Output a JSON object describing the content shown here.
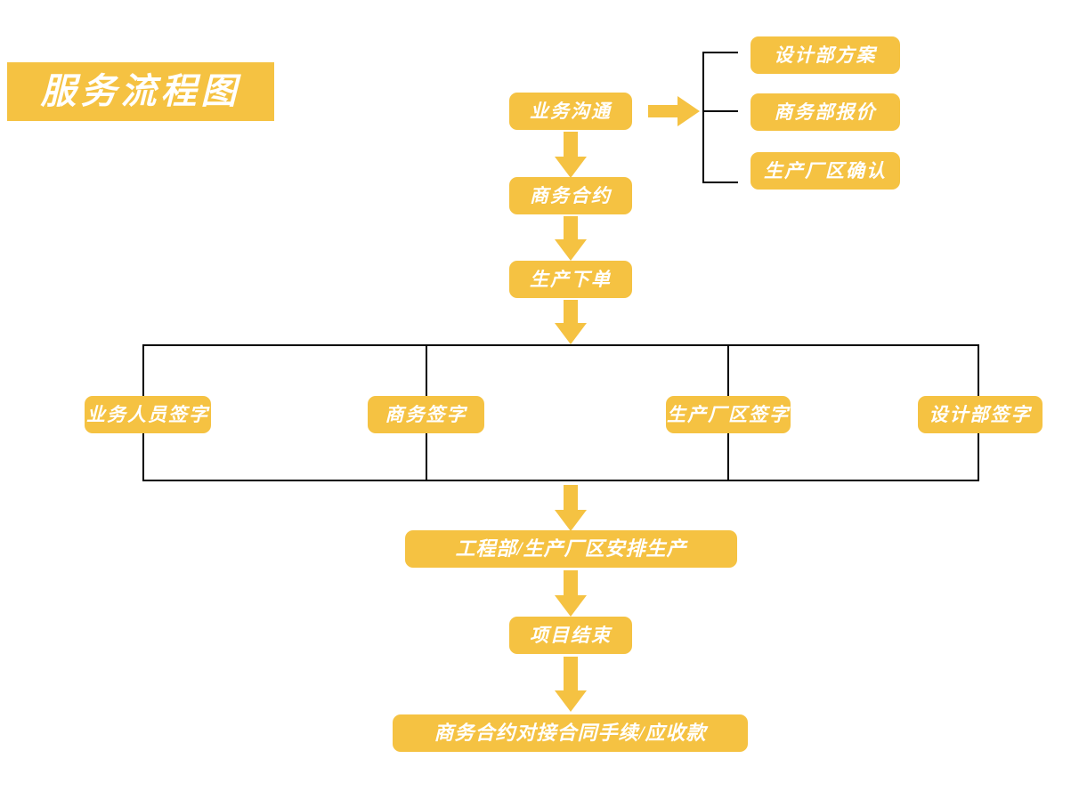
{
  "page": {
    "title": "服务流程图",
    "accent_color": "#F5C242",
    "text_color": "#FFFFFF",
    "line_color": "#000000",
    "background": "#FFFFFF"
  },
  "nodes": {
    "business_communication": "业务沟通",
    "design_plan": "设计部方案",
    "business_quote": "商务部报价",
    "factory_confirm": "生产厂区确认",
    "business_contract": "商务合约",
    "production_order": "生产下单",
    "sign_sales": "业务人员签字",
    "sign_business": "商务签字",
    "sign_factory": "生产厂区签字",
    "sign_design": "设计部签字",
    "arrange_production": "工程部/生产厂区安排生产",
    "project_end": "项目结束",
    "contract_settlement": "商务合约对接合同手续/应收款"
  },
  "icons": {
    "arrow_down": "arrow-down-icon",
    "arrow_right": "arrow-right-icon"
  }
}
